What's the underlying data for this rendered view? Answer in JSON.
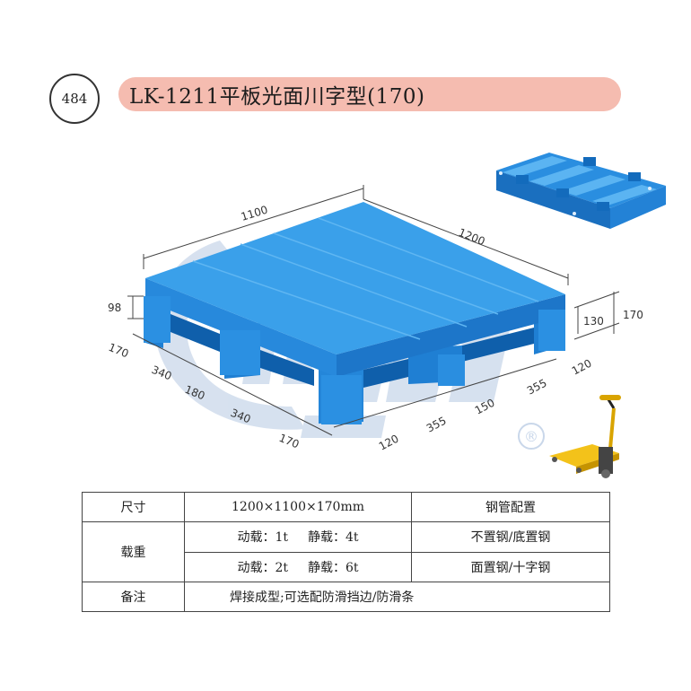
{
  "model_number": "484",
  "title": "LK-1211平板光面川字型(170)",
  "dimensions": {
    "top_left": "1100",
    "top_right": "1200",
    "left_height": "98",
    "right_inner": "130",
    "right_total": "170",
    "left_segments": [
      "170",
      "340",
      "180",
      "340",
      "170"
    ],
    "right_segments": [
      "120",
      "355",
      "150",
      "355",
      "120"
    ]
  },
  "watermark_text": "®",
  "table": {
    "size_label": "尺寸",
    "size_value": "1200×1100×170mm",
    "steel_header": "钢管配置",
    "load_label": "载重",
    "load_rows": [
      {
        "dynamic": "动载：1t",
        "static": "静载：4t",
        "steel": "不置钢/底置钢"
      },
      {
        "dynamic": "动载：2t",
        "static": "静载：6t",
        "steel": "面置钢/十字钢"
      }
    ],
    "note_label": "备注",
    "note_value": "焊接成型;可选配防滑挡边/防滑条"
  },
  "colors": {
    "pallet_top": "#3aa0ea",
    "pallet_side": "#1f7fd3",
    "title_bg": "#f5bcb0",
    "watermark": "#c9d7ea"
  },
  "icons": [
    "pallet-main-illustration",
    "pallet-bottom-view",
    "hand-pallet-truck-icon",
    "registered-mark"
  ]
}
